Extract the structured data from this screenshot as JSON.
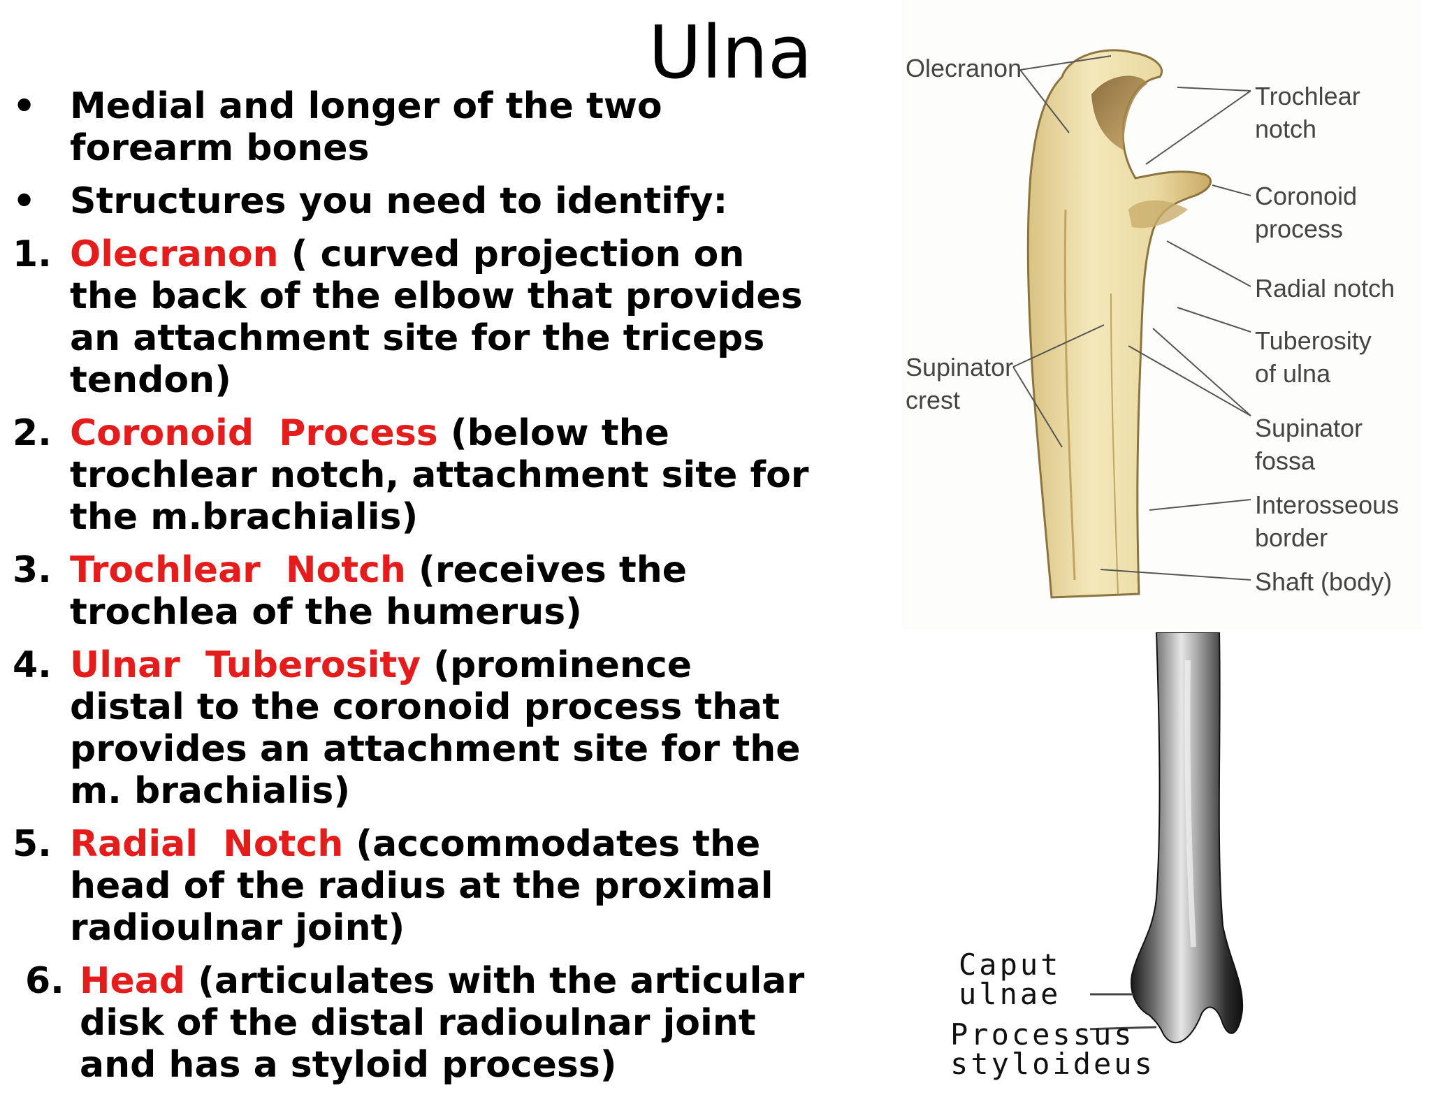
{
  "title": "Ulna",
  "items": [
    {
      "marker": "•",
      "lead": "",
      "text": "Medial and longer of the two forearm bones"
    },
    {
      "marker": "•",
      "lead": "",
      "text": "Structures you need to identify:"
    },
    {
      "marker": "1.",
      "lead": "Olecranon",
      "text": " ( curved projection on the back of the elbow that provides an attachment site for the triceps tendon)"
    },
    {
      "marker": "2.",
      "lead": "Coronoid  Process",
      "text": " (below the trochlear notch, attachment site for the m.brachialis)"
    },
    {
      "marker": "3.",
      "lead": "Trochlear  Notch",
      "text": " (receives the trochlea of the humerus)"
    },
    {
      "marker": "4.",
      "lead": "Ulnar  Tuberosity",
      "text": " (prominence distal to the coronoid process that provides an attachment site for the m. brachialis)"
    },
    {
      "marker": "5.",
      "lead": "Radial  Notch",
      "text": " (accommodates the head of the radius at the proximal radioulnar joint)"
    },
    {
      "marker": "6.",
      "lead": "Head",
      "text": " (articulates with the articular disk of the distal radioulnar joint  and has a styloid process)"
    }
  ],
  "figure_top": {
    "labels": {
      "olecranon": "Olecranon",
      "trochlear_notch": [
        "Trochlear",
        "notch"
      ],
      "coronoid_process": [
        "Coronoid",
        "process"
      ],
      "radial_notch": "Radial notch",
      "tuberosity": [
        "Tuberosity",
        "of ulna"
      ],
      "supinator_fossa": [
        "Supinator",
        "fossa"
      ],
      "interosseous_border": [
        "Interosseous",
        "border"
      ],
      "shaft": "Shaft (body)",
      "supinator_crest": [
        "Supinator",
        "crest"
      ]
    }
  },
  "figure_bottom": {
    "labels": {
      "caput": [
        "Caput",
        "ulnae"
      ],
      "processus": [
        "Processus",
        "styloideus"
      ]
    }
  },
  "colors": {
    "highlight": "#e41c1c",
    "bone": "#ecdca4",
    "bone_shadow": "#b99d5a"
  }
}
